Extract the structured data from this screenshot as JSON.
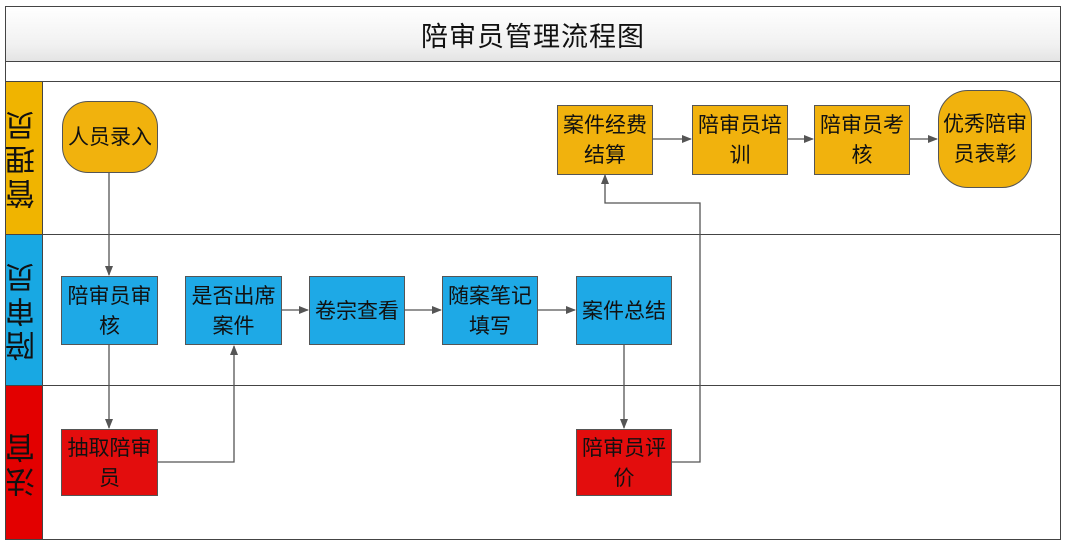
{
  "title": "陪审员管理流程图",
  "colors": {
    "admin_lane": "#f0b400",
    "juror_lane": "#18a8e3",
    "judge_lane": "#e30000",
    "admin_node": "#f1b20d",
    "juror_node": "#1ea9e6",
    "judge_node": "#e30d0d",
    "connector": "#555555"
  },
  "lanes": [
    {
      "id": "admin",
      "label": "管理员"
    },
    {
      "id": "juror",
      "label": "陪审员"
    },
    {
      "id": "judge",
      "label": "法官"
    }
  ],
  "nodes": {
    "personnel_entry": "人员录入",
    "juror_review": "陪审员审核",
    "random_selection": "抽取陪审员",
    "attend_case": "是否出席案件",
    "file_review": "卷宗查看",
    "case_notes": "随案笔记填写",
    "case_summary": "案件总结",
    "juror_evaluation": "陪审员评价",
    "case_expense": "案件经费结算",
    "juror_training": "陪审员培训",
    "juror_assessment": "陪审员考核",
    "excellent_commendation": "优秀陪审员表彰"
  }
}
